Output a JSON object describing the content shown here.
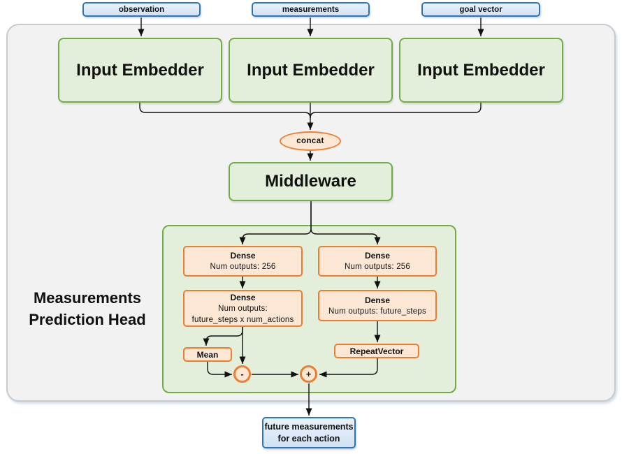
{
  "colors": {
    "blue_border": "#2e75b6",
    "blue_fill_top": "#eaf2fb",
    "blue_fill_bottom": "#d2e2f2",
    "green_border": "#70ad47",
    "green_fill": "#e3efda",
    "orange_border": "#ed7d31",
    "orange_fill": "#fce7d4",
    "container_fill": "#f2f2f3",
    "container_border": "#c6cbd0",
    "line_color": "#111111"
  },
  "inputs": [
    {
      "label": "observation"
    },
    {
      "label": "measurements"
    },
    {
      "label": "goal vector"
    }
  ],
  "embedders": [
    {
      "label": "Input Embedder"
    },
    {
      "label": "Input Embedder"
    },
    {
      "label": "Input Embedder"
    }
  ],
  "concat": {
    "label": "concat"
  },
  "middleware": {
    "label": "Middleware"
  },
  "head": {
    "title_line1": "Measurements",
    "title_line2": "Prediction Head",
    "left": {
      "dense1": {
        "title": "Dense",
        "line1": "Num outputs: 256"
      },
      "dense2": {
        "title": "Dense",
        "line1": "Num outputs:",
        "line2": "future_steps x num_actions"
      },
      "mean": {
        "label": "Mean"
      },
      "operator": "-"
    },
    "right": {
      "dense1": {
        "title": "Dense",
        "line1": "Num outputs: 256"
      },
      "dense2": {
        "title": "Dense",
        "line1": "Num outputs: future_steps"
      },
      "repeat": {
        "label": "RepeatVector"
      },
      "operator": "+"
    }
  },
  "output": {
    "line1": "future measurements",
    "line2": "for each action"
  }
}
